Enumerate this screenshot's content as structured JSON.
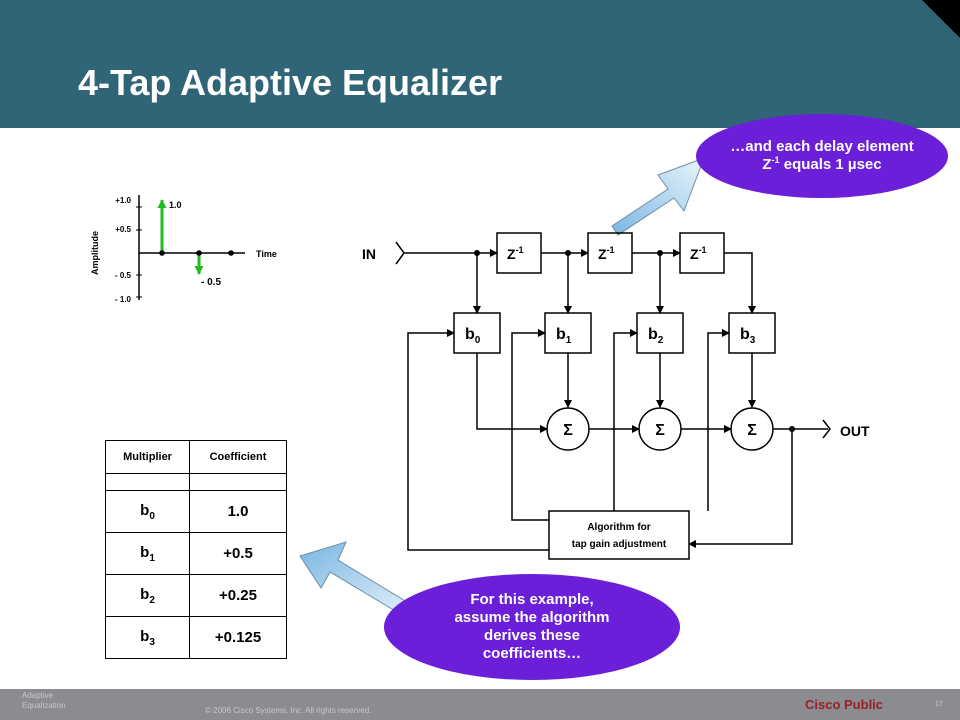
{
  "slide": {
    "title": "4-Tap Adaptive Equalizer",
    "footer_subtitle": "Adaptive Equalization",
    "footer_copyright": "© 2006 Cisco Systems, Inc. All rights reserved.",
    "footer_label": "Cisco Public",
    "page_number": "17"
  },
  "impulse_plot": {
    "ylabel": "Amplitude",
    "xlabel": "Time",
    "ticks": [
      "+1.0",
      "+0.5",
      "- 0.5",
      "- 1.0"
    ],
    "pos_value": "1.0",
    "neg_value": "- 0.5",
    "colors": {
      "arrow": "#22bb22"
    }
  },
  "diagram": {
    "in_label": "IN",
    "out_label": "OUT",
    "delay_label": "Z",
    "delay_exp": "-1",
    "taps": [
      {
        "base": "b",
        "sub": "0"
      },
      {
        "base": "b",
        "sub": "1"
      },
      {
        "base": "b",
        "sub": "2"
      },
      {
        "base": "b",
        "sub": "3"
      }
    ],
    "sum_symbol": "Σ",
    "algo_line1": "Algorithm for",
    "algo_line2": "tap gain adjustment"
  },
  "table": {
    "headers": [
      "Multiplier",
      "Coefficient"
    ],
    "rows": [
      {
        "base": "b",
        "sub": "0",
        "value": "1.0"
      },
      {
        "base": "b",
        "sub": "1",
        "value": "+0.5"
      },
      {
        "base": "b",
        "sub": "2",
        "value": "+0.25"
      },
      {
        "base": "b",
        "sub": "3",
        "value": "+0.125"
      }
    ]
  },
  "callouts": {
    "top_line1": "…and each delay element",
    "top_line2_base": "Z",
    "top_line2_exp": "-1",
    "top_line2_rest": " equals 1 µsec",
    "bottom_lines": [
      "For this example,",
      "assume the algorithm",
      "derives these",
      "coefficients…"
    ],
    "colors": {
      "fill": "#6b1fd8",
      "arrow": "#cfe6f5"
    }
  }
}
